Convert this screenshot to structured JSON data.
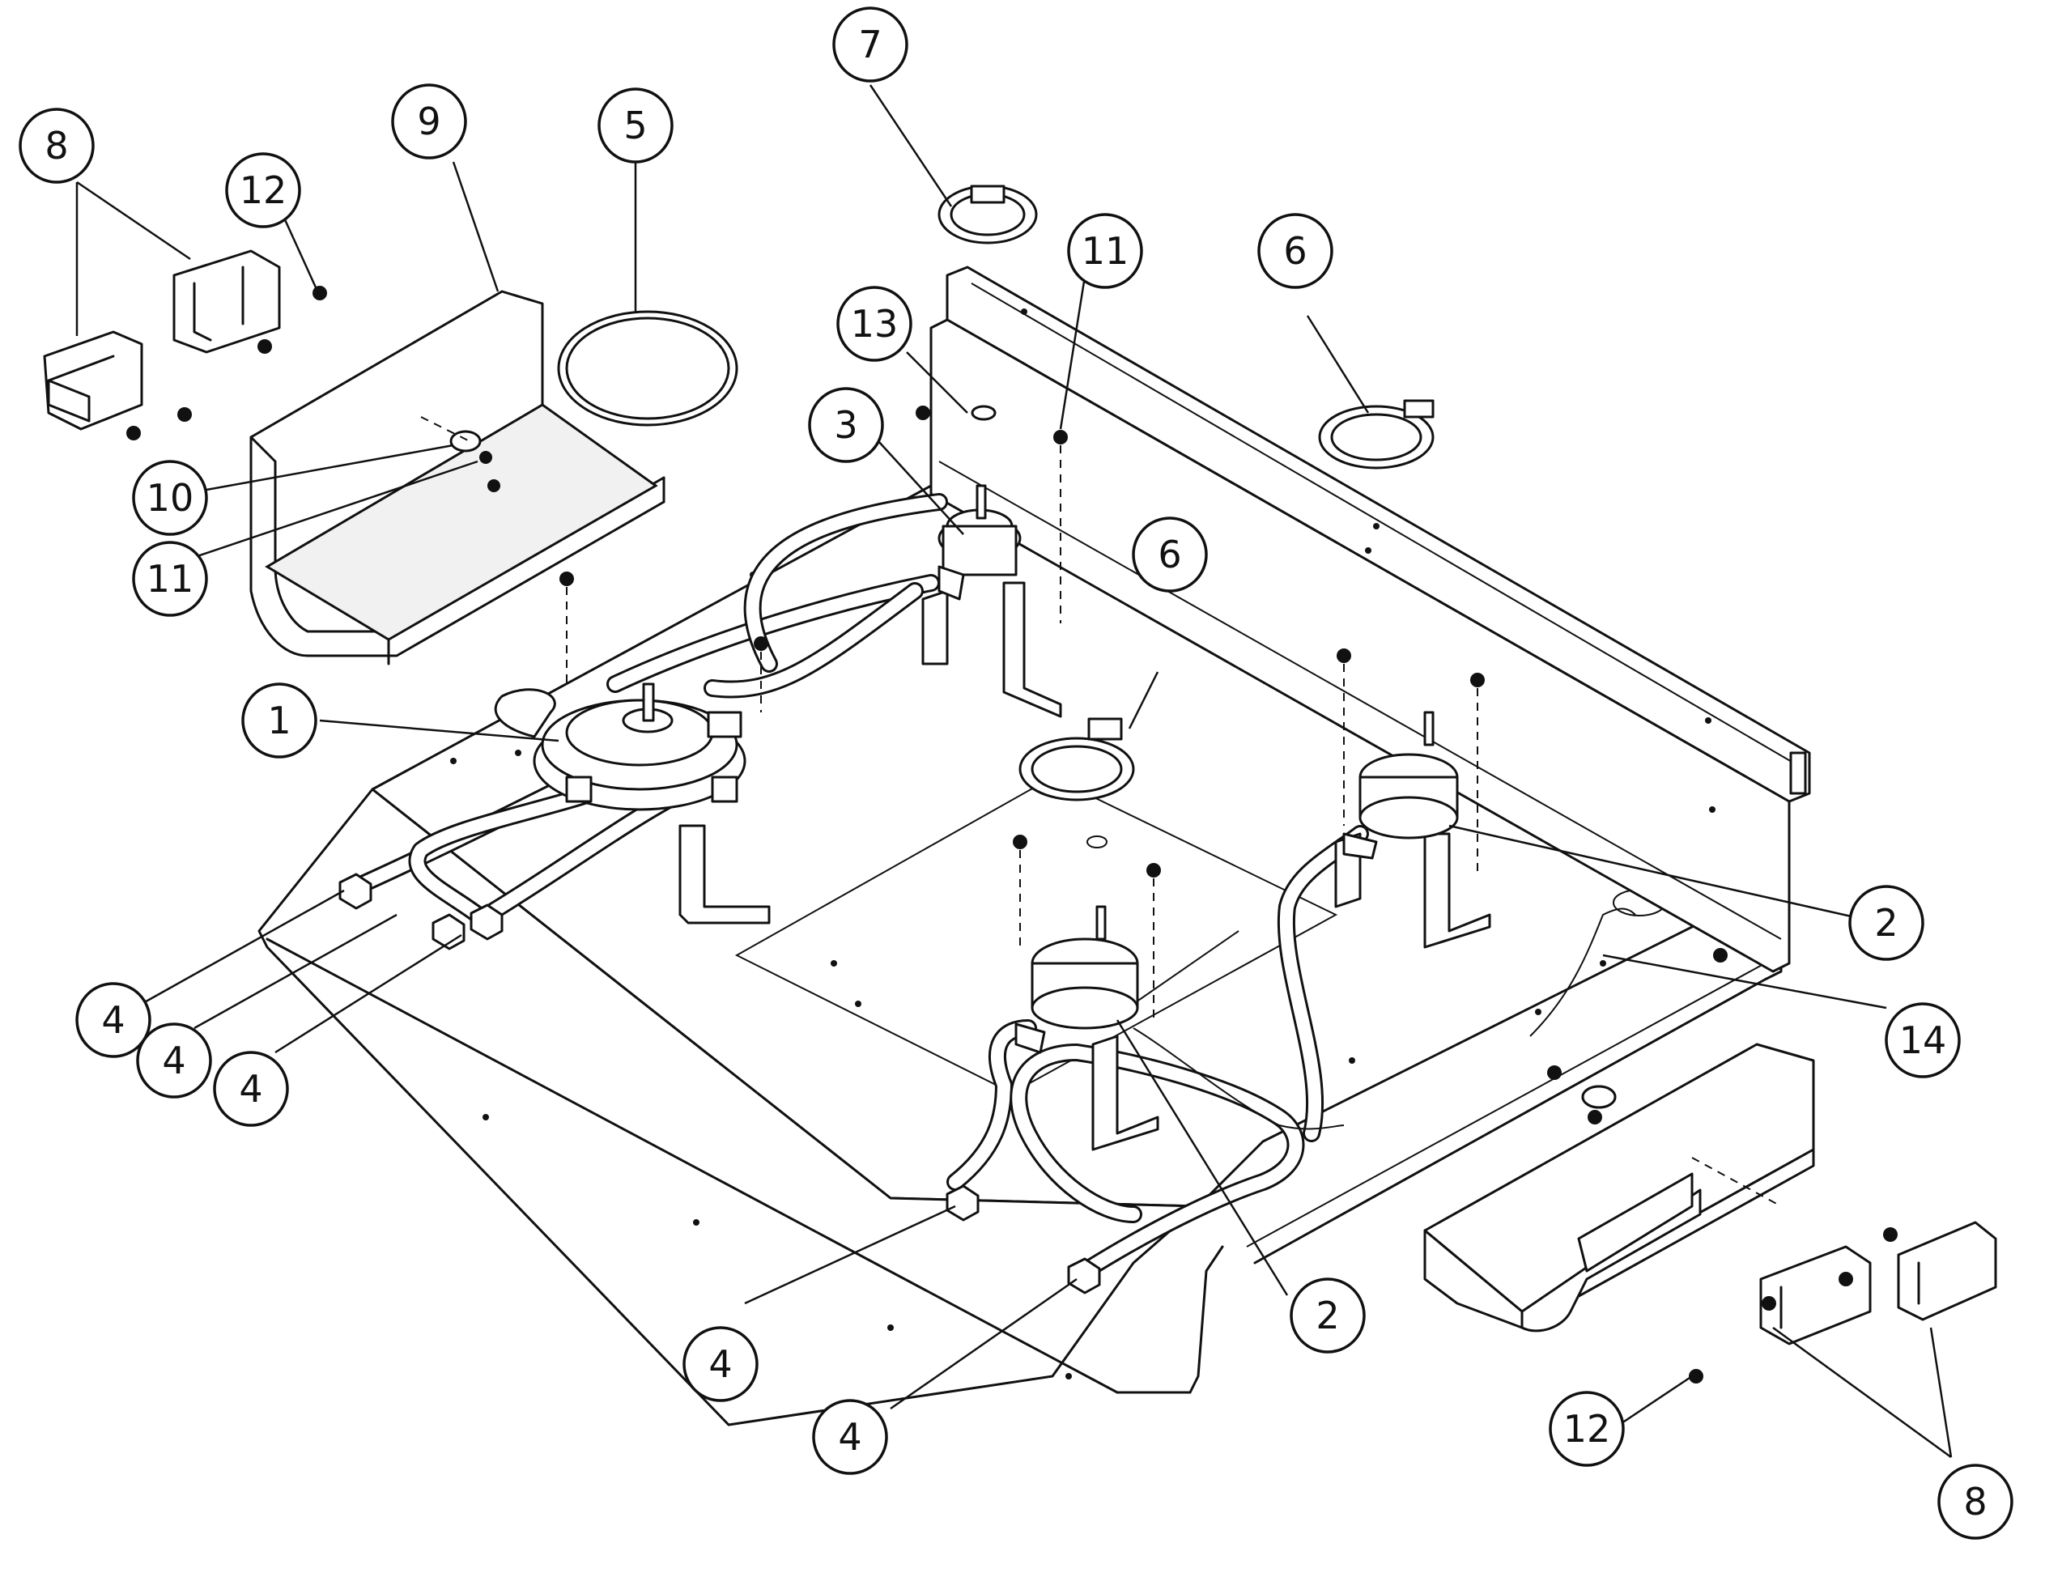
{
  "callouts": {
    "c1": "1",
    "c2a": "2",
    "c2b": "2",
    "c3": "3",
    "c4a": "4",
    "c4b": "4",
    "c4c": "4",
    "c4d": "4",
    "c4e": "4",
    "c5": "5",
    "c6a": "6",
    "c6b": "6",
    "c7": "7",
    "c8a": "8",
    "c8b": "8",
    "c9": "9",
    "c10": "10",
    "c11a": "11",
    "c11b": "11",
    "c12a": "12",
    "c12b": "12",
    "c13": "13",
    "c14": "14"
  }
}
